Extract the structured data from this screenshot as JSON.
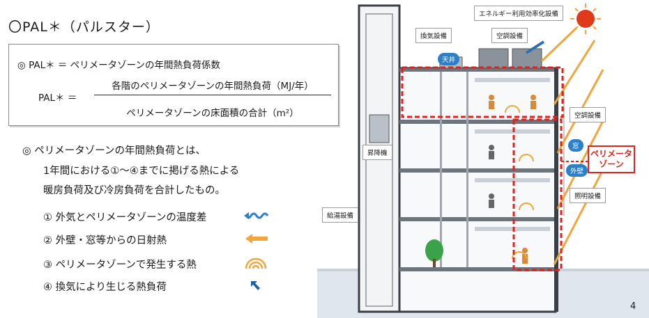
{
  "heading": "〇PAL＊（パルスター）",
  "definition": {
    "line1": "◎ PAL＊ ＝ ペリメータゾーンの年間熱負荷係数",
    "lhs": "PAL＊ ＝",
    "numerator": "各階のペリメータゾーンの年間熱負荷（MJ/年）",
    "denominator": "ペリメータゾーンの床面積の合計（m²）"
  },
  "body": {
    "line1": "◎ ペリメータゾーンの年間熱負荷とは、",
    "line2": "1年間における①～④までに掲げる熱による",
    "line3": "暖房負荷及び冷房負荷を合計したもの。"
  },
  "items": [
    {
      "label": "① 外気とペリメータゾーンの温度差",
      "icon": "wave-arrow-icon"
    },
    {
      "label": "② 外壁・窓等からの日射熱",
      "icon": "orange-arrow-icon"
    },
    {
      "label": "③ ペリメータゾーンで発生する熱",
      "icon": "heat-arc-icon"
    },
    {
      "label": "④ 換気により生じる熱負荷",
      "icon": "ventilation-arrow-icon"
    }
  ],
  "diagram_labels": {
    "energy": "エネルギー利用効率化設備",
    "ventilation": "換気設備",
    "ac_top": "空調設備",
    "ceiling": "天井",
    "ac_side": "空調設備",
    "window": "窓",
    "outer_wall": "外壁",
    "lighting": "照明設備",
    "elevator": "昇降機",
    "water_heater": "給湯設備",
    "perimeter_zone": "ペリメータ\nゾーン"
  },
  "colors": {
    "accent_red": "#e0211d",
    "arrow_orange": "#f2a53a",
    "wave_blue": "#2d7fc8",
    "building_gray": "#9ea7b0"
  },
  "page_number": "4"
}
